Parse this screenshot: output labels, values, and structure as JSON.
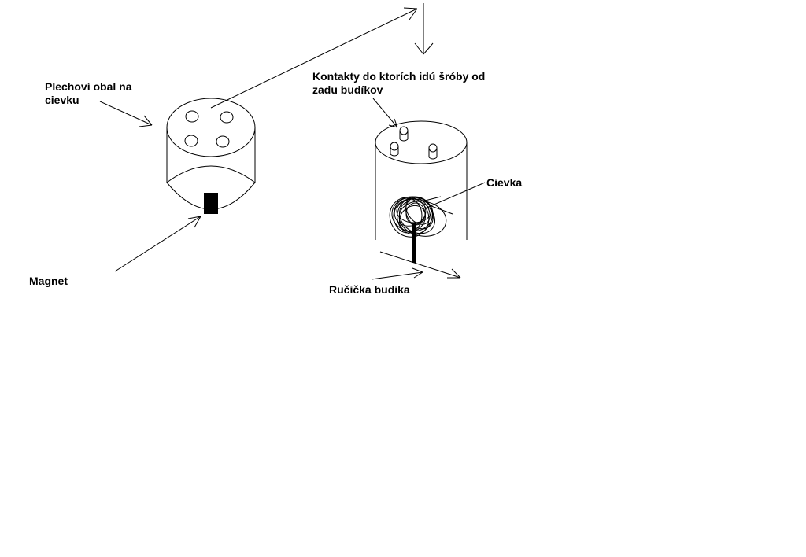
{
  "labels": {
    "obal_line1": "Plechoví obal na",
    "obal_line2": "cievku",
    "kontakty_line1": "Kontakty do ktorích idú šróby od",
    "kontakty_line2": "zadu budíkov",
    "cievka": "Cievka",
    "magnet": "Magnet",
    "rucicka": "Ručička budika"
  },
  "colors": {
    "ink": "#000000",
    "background": "#ffffff"
  }
}
